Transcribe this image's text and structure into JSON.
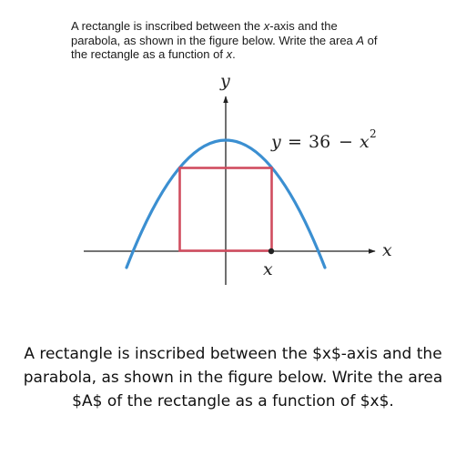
{
  "problem_top": {
    "part1": "A rectangle is inscribed between the ",
    "var_x": "x",
    "part2": "-axis and the parabola, as shown in the figure below. Write the area ",
    "var_A": "A",
    "part3": " of the rectangle as a function of ",
    "var_x2": "x",
    "part4": "."
  },
  "figure": {
    "y_axis_label": "y",
    "x_axis_label": "x",
    "corner_label": "x",
    "equation_lhs": "y",
    "equation_eq": "=",
    "equation_const": "36",
    "equation_minus": "−",
    "equation_var": "x",
    "equation_exp": "2",
    "colors": {
      "parabola": "#3b8fd1",
      "rectangle": "#d04d5f",
      "axes": "#222222"
    }
  },
  "caption": {
    "line1": "A rectangle is inscribed between the $x$-axis and the",
    "line2": "parabola, as shown in the figure below. Write the area",
    "line3": "$A$ of the rectangle as a function of $x$."
  }
}
